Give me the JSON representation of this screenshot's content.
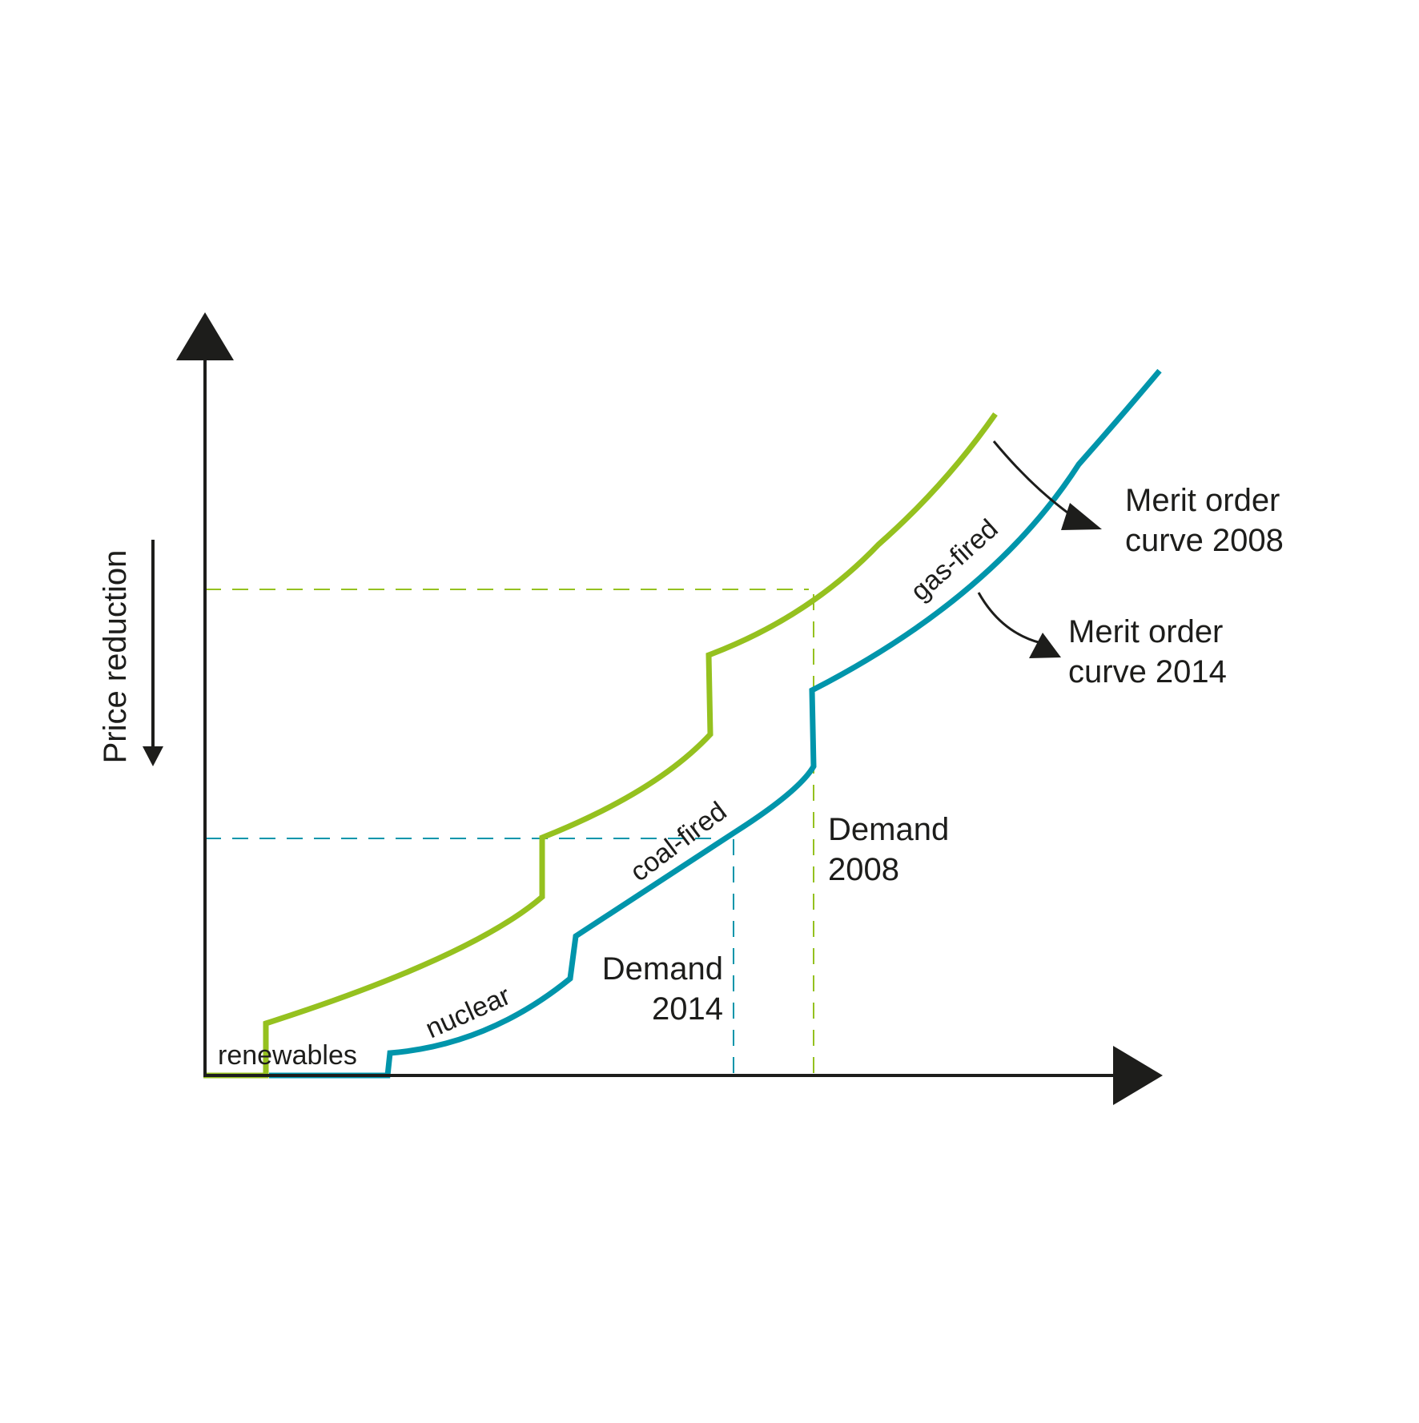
{
  "diagram": {
    "y_axis_annotation": "Price reduction",
    "segments": {
      "renewables": "renewables",
      "nuclear": "nuclear",
      "coal": "coal-fired",
      "gas": "gas-fired"
    },
    "curves": {
      "curve_2008": {
        "line1": "Merit order",
        "line2": "curve 2008"
      },
      "curve_2014": {
        "line1": "Merit order",
        "line2": "curve 2014"
      }
    },
    "demand": {
      "demand_2008": {
        "line1": "Demand",
        "line2": "2008"
      },
      "demand_2014": {
        "line1": "Demand",
        "line2": "2014"
      }
    },
    "colors": {
      "curve_2008": "#95c11f",
      "curve_2014": "#0095ab",
      "axis": "#1d1d1b"
    }
  }
}
